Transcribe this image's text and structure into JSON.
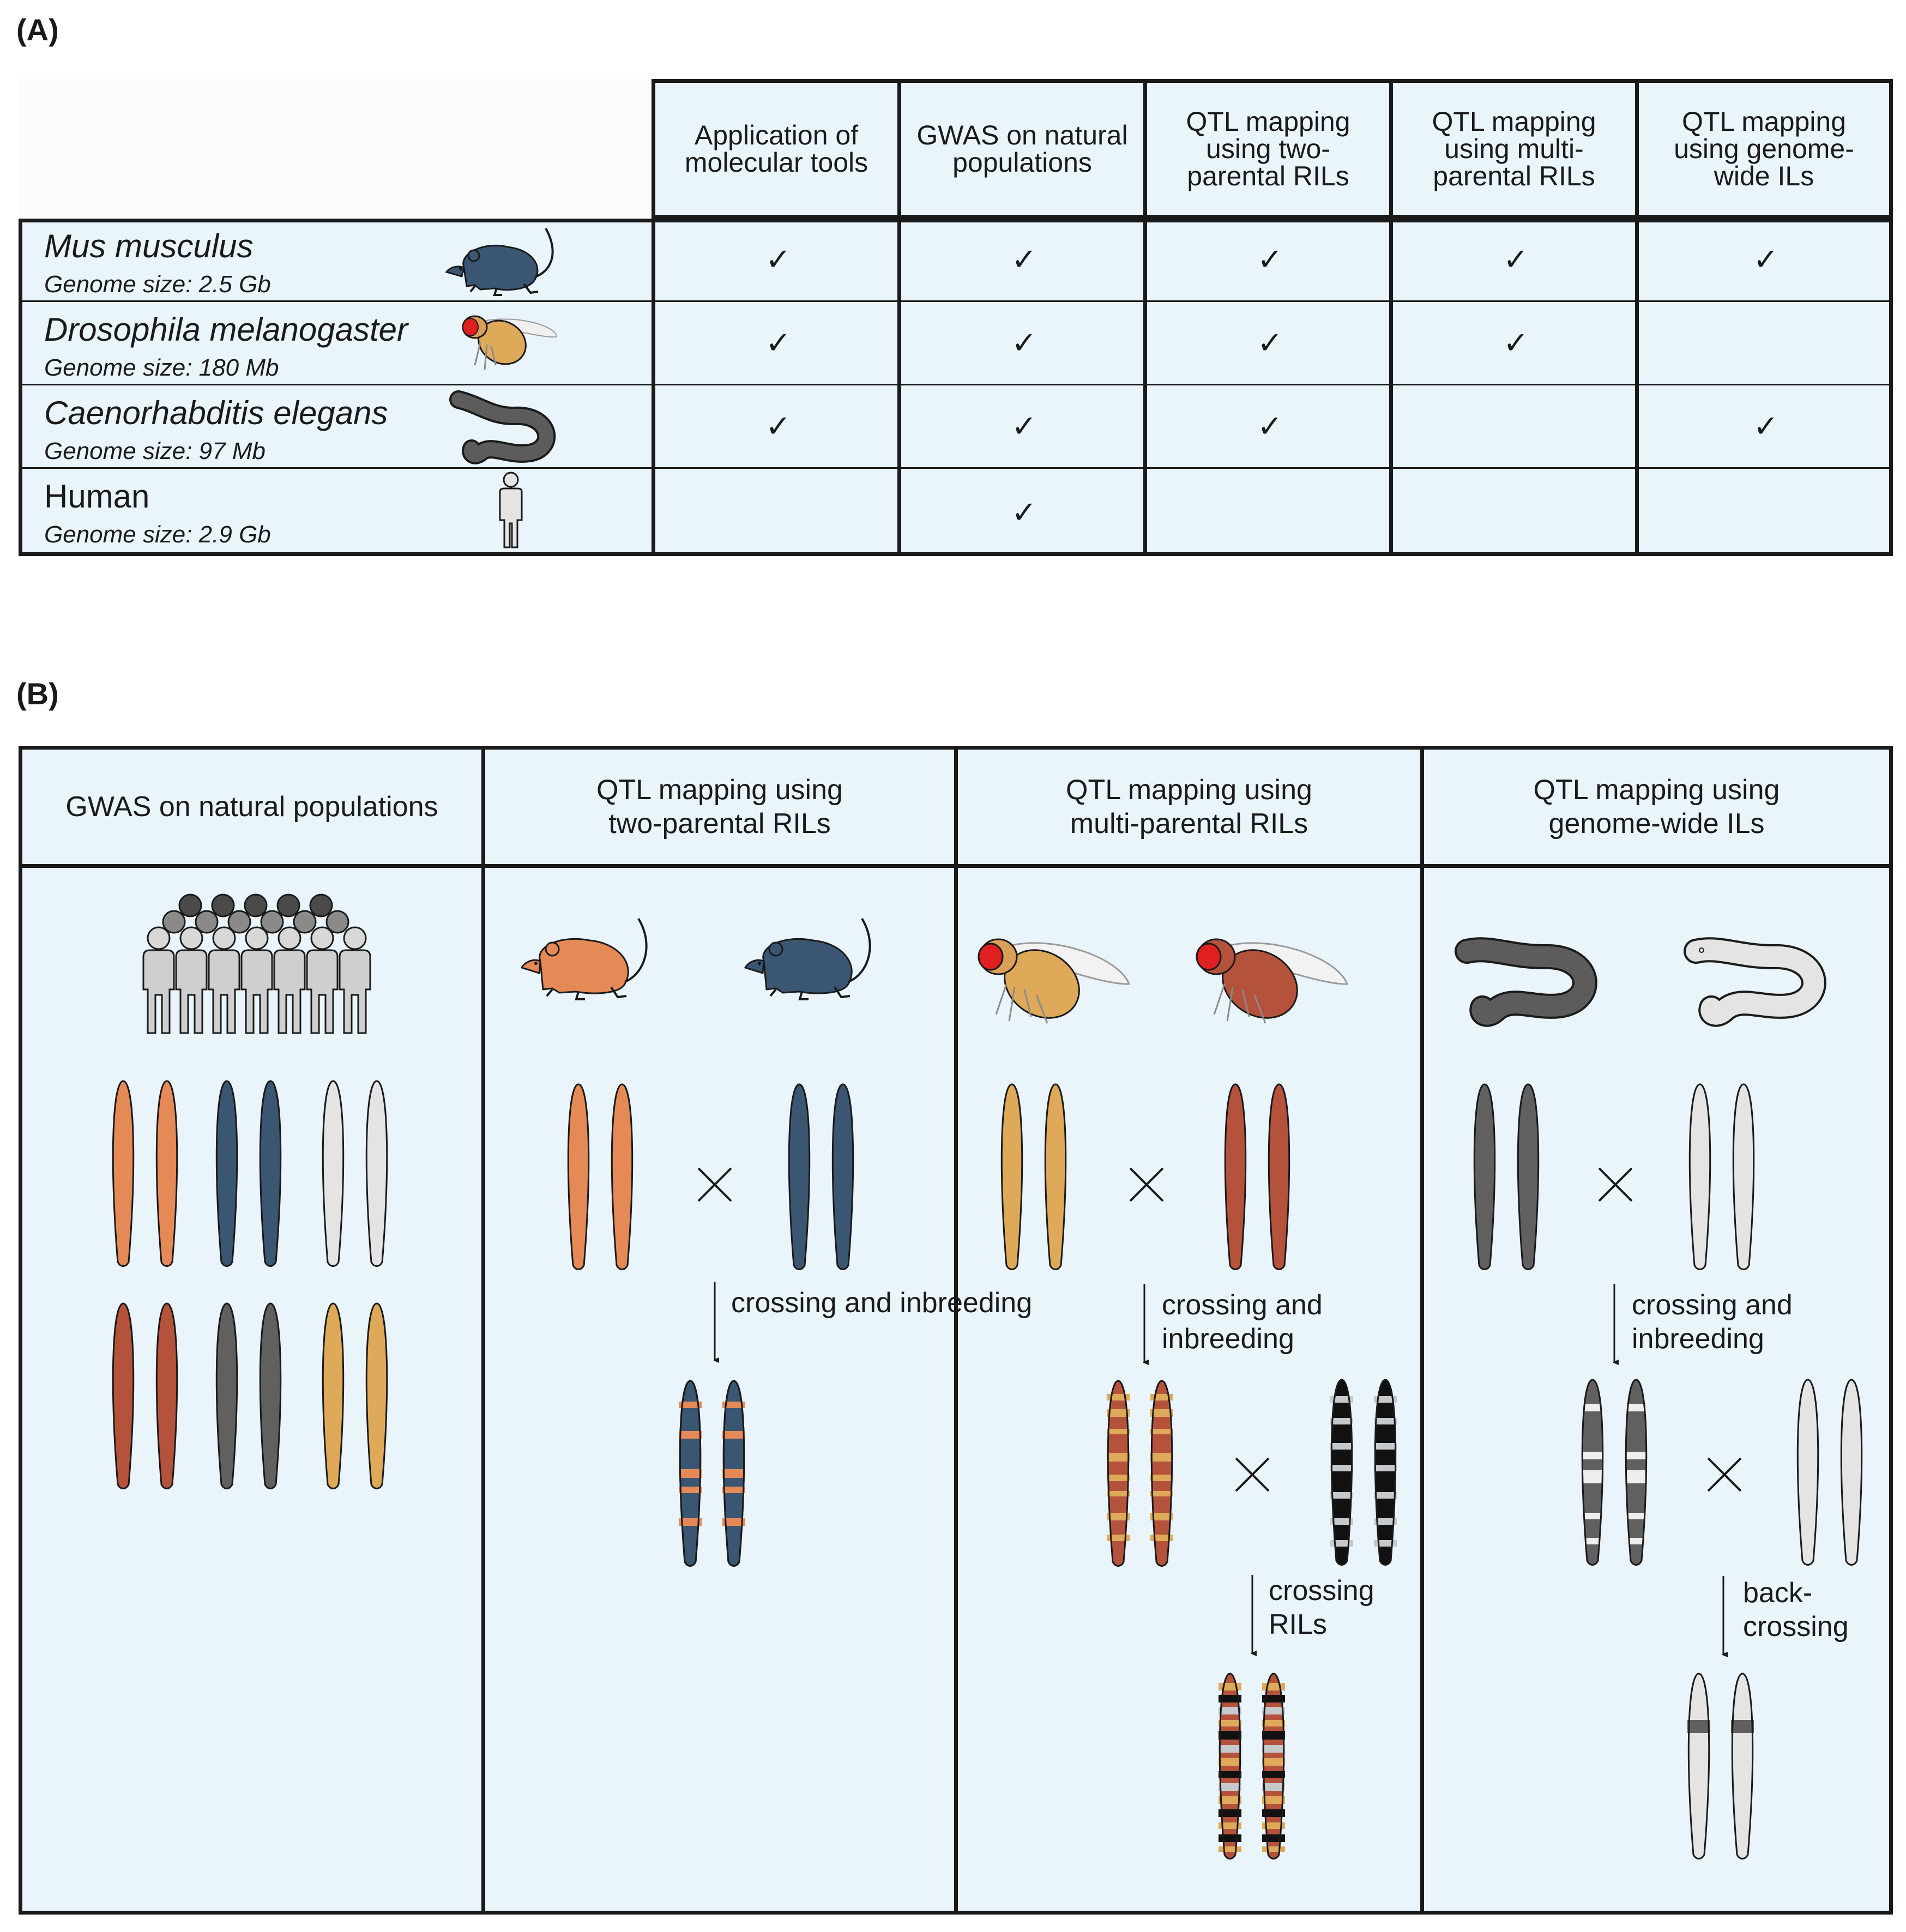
{
  "panel_a": {
    "label": "(A)",
    "columns": [
      "Application of molecular tools",
      "GWAS on natural populations",
      "QTL mapping using two-parental RILs",
      "QTL mapping using multi-parental RILs",
      "QTL mapping using genome-wide ILs"
    ],
    "rows": [
      {
        "organism": "Mus musculus",
        "genome": "Genome size: 2.5 Gb",
        "icon": "mouse-icon",
        "checks": [
          "✓",
          "✓",
          "✓",
          "✓",
          "✓"
        ]
      },
      {
        "organism": "Drosophila melanogaster",
        "genome": "Genome size: 180 Mb",
        "icon": "fly-icon",
        "checks": [
          "✓",
          "✓",
          "✓",
          "✓",
          ""
        ]
      },
      {
        "organism": "Caenorhabditis elegans",
        "genome": "Genome size: 97 Mb",
        "icon": "worm-icon",
        "checks": [
          "✓",
          "✓",
          "✓",
          "",
          "✓"
        ]
      },
      {
        "organism": "Human",
        "genome": "Genome size: 2.9 Gb",
        "icon": "human-icon",
        "checks": [
          "",
          "✓",
          "",
          "",
          ""
        ]
      }
    ]
  },
  "panel_b": {
    "label": "(B)",
    "columns": [
      {
        "title": "GWAS on natural populations"
      },
      {
        "title": "QTL mapping using two-parental RILs",
        "arrow_1": "crossing and inbreeding"
      },
      {
        "title": "QTL mapping using multi-parental RILs",
        "arrow_1": "crossing and inbreeding",
        "arrow_2": "crossing RILs"
      },
      {
        "title": "QTL mapping using genome-wide ILs",
        "arrow_1": "crossing and inbreeding",
        "arrow_2": "back-crossing"
      }
    ],
    "cross_symbol": "×"
  },
  "colors": {
    "orange": "#e58a57",
    "navy": "#3a5672",
    "light_gray": "#e4e4e4",
    "brick": "#b5523b",
    "dark_gray": "#606060",
    "gold": "#dfa95a",
    "black": "#111111",
    "silver": "#c5c9cc",
    "fly_eye": "#e02020",
    "panel_bg": "#e9f4fb"
  }
}
